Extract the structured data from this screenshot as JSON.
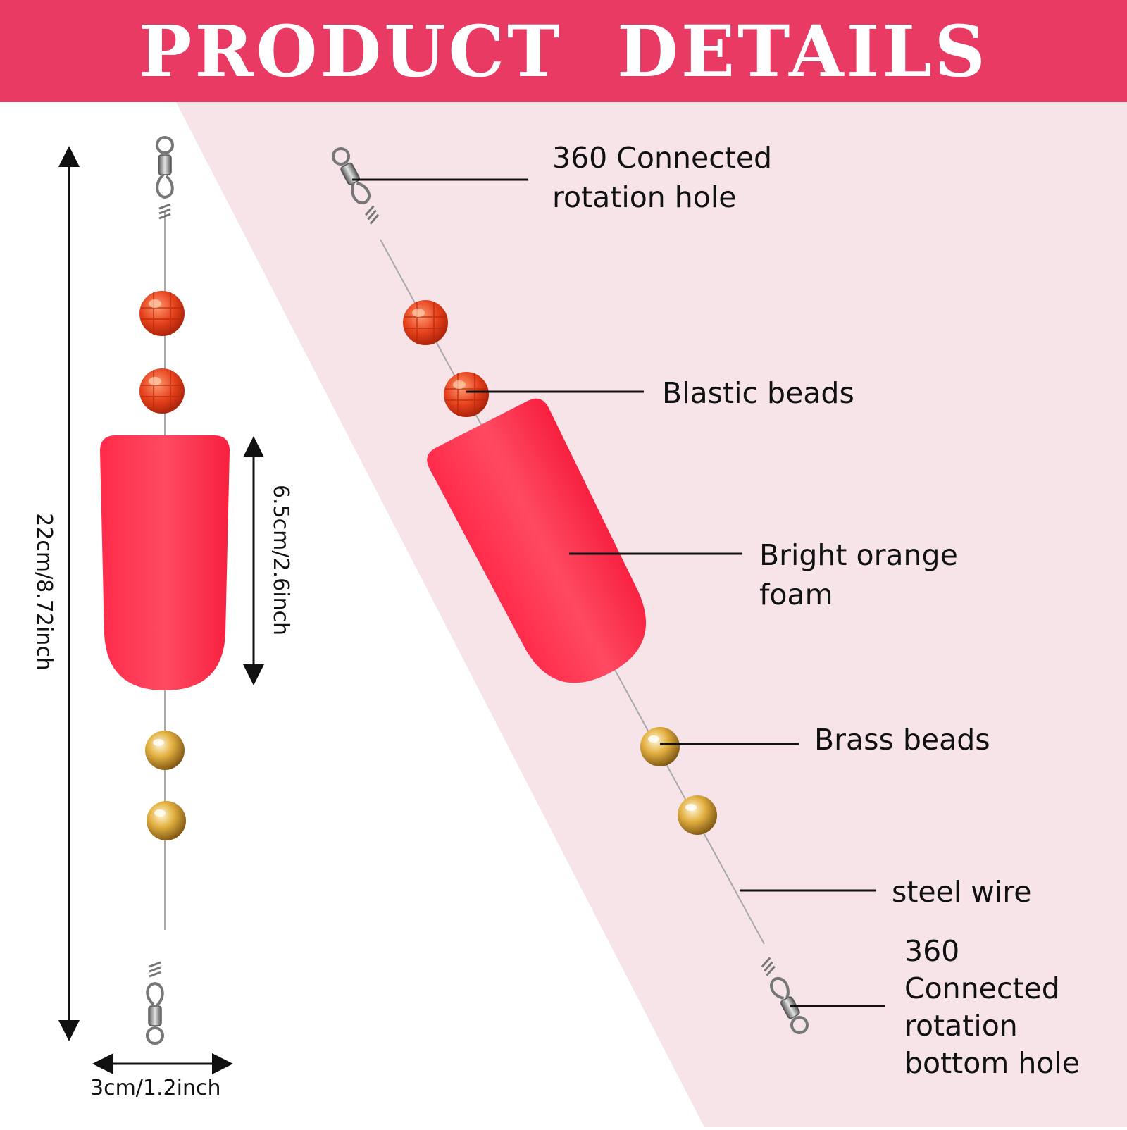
{
  "header": {
    "title": "PRODUCT  DETAILS"
  },
  "colors": {
    "banner": "#e93a63",
    "diagonal_panel": "#f6e4e9",
    "foam": "#ff2f4f",
    "acrylic_bead": "#e8401c",
    "brass_bead": "#d8a437",
    "steel": "#9a9a9a"
  },
  "dimensions": {
    "total_length": "22cm/8.72inch",
    "foam_length": "6.5cm/2.6inch",
    "width": "3cm/1.2inch"
  },
  "callouts": {
    "top_swivel": "360 Connected rotation hole",
    "plastic_beads": "Blastic beads",
    "foam": "Bright orange foam",
    "brass_beads": "Brass beads",
    "steel_wire": "steel wire",
    "bottom_swivel": "360 Connected rotation bottom hole"
  }
}
